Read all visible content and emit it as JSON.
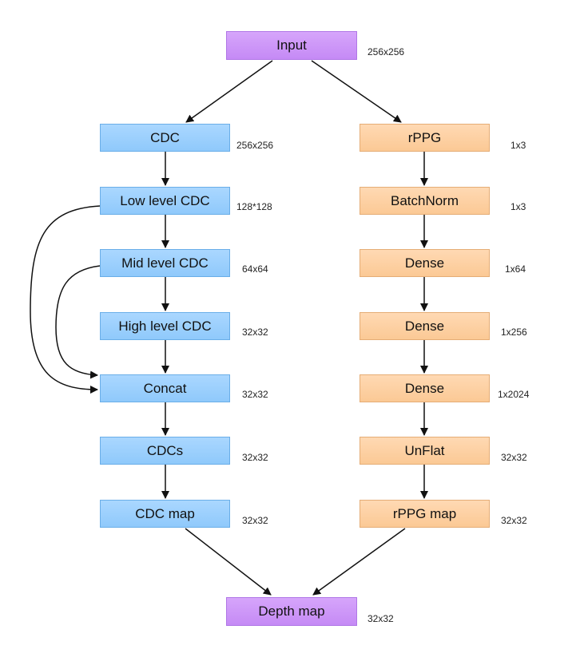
{
  "nodes": {
    "input": {
      "label": "Input",
      "dim": "256x256"
    },
    "depth_map": {
      "label": "Depth map",
      "dim": "32x32"
    },
    "left": [
      {
        "label": "CDC",
        "dim": "256x256"
      },
      {
        "label": "Low level CDC",
        "dim": "128*128"
      },
      {
        "label": "Mid level CDC",
        "dim": "64x64"
      },
      {
        "label": "High level CDC",
        "dim": "32x32"
      },
      {
        "label": "Concat",
        "dim": "32x32"
      },
      {
        "label": "CDCs",
        "dim": "32x32"
      },
      {
        "label": "CDC map",
        "dim": "32x32"
      }
    ],
    "right": [
      {
        "label": "rPPG",
        "dim": "1x3"
      },
      {
        "label": "BatchNorm",
        "dim": "1x3"
      },
      {
        "label": "Dense",
        "dim": "1x64"
      },
      {
        "label": "Dense",
        "dim": "1x256"
      },
      {
        "label": "Dense",
        "dim": "1x2024"
      },
      {
        "label": "UnFlat",
        "dim": "32x32"
      },
      {
        "label": "rPPG map",
        "dim": "32x32"
      }
    ]
  },
  "colors": {
    "io": "#c58af5",
    "cdc_branch": "#8fc9fb",
    "rppg_branch": "#fbc995",
    "arrow": "#111111"
  }
}
